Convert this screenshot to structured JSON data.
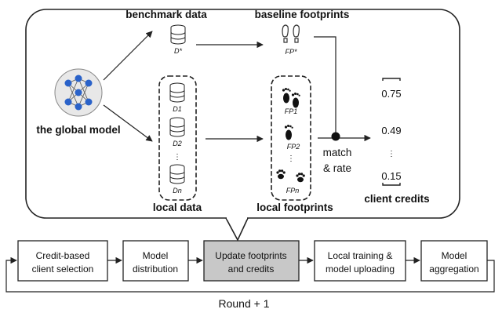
{
  "top": {
    "benchmark_label": "benchmark data",
    "benchmark_sub": "D*",
    "baseline_label": "baseline footprints",
    "baseline_sub": "FP*",
    "global_model_label": "the global model",
    "local_db_labels": [
      "D1",
      "D2",
      "Dn"
    ],
    "local_db_ellipsis": "⋮",
    "local_data_label": "local data",
    "local_fp_labels": [
      "FP1",
      "FP2",
      "FPn"
    ],
    "local_fp_ellipsis": "⋮",
    "local_footprints_label": "local footprints",
    "match_label": "match",
    "rate_label": "& rate",
    "credits": [
      "0.75",
      "0.49",
      "0.15"
    ],
    "credits_ellipsis": "⋮",
    "client_credits_label": "client credits"
  },
  "pipeline": {
    "steps": [
      {
        "line1": "Credit-based",
        "line2": "client selection",
        "highlight": false
      },
      {
        "line1": "Model",
        "line2": "distribution",
        "highlight": false
      },
      {
        "line1": "Update footprints",
        "line2": "and credits",
        "highlight": true
      },
      {
        "line1": "Local training &",
        "line2": "model uploading",
        "highlight": false
      },
      {
        "line1": "Model",
        "line2": "aggregation",
        "highlight": false
      }
    ],
    "round_label": "Round + 1"
  },
  "colors": {
    "line": "#222222",
    "highlight_box": "#c8c8c8",
    "node_blue": "#2a62c9",
    "model_circle": "#e8e8e8"
  },
  "icons": {
    "database": "database-icon",
    "footprint": "footprint-icon",
    "shoe": "shoe-print-icon",
    "paw": "paw-print-icon",
    "network": "neural-network-icon"
  }
}
